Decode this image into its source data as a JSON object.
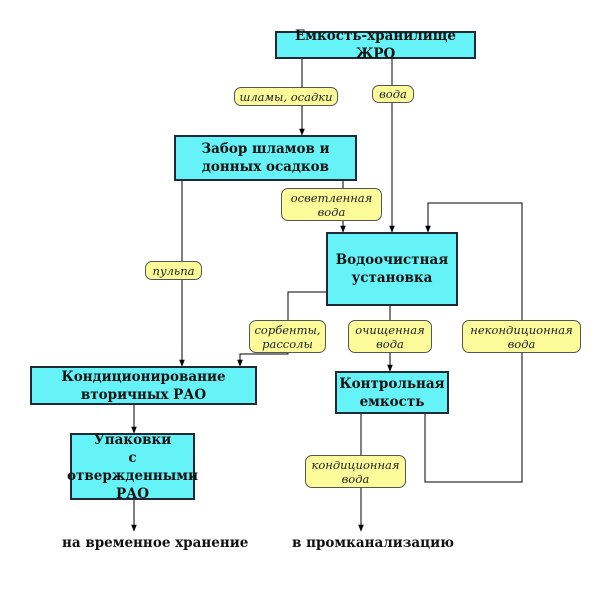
{
  "nodes": {
    "storage": "Емкость-хранилище ЖРО",
    "sludge_intake": "Забор шламов и\nдонных осадков",
    "water_treatment": "Водоочистная\nустановка",
    "conditioning": "Кондиционирование\nвторичных РАО",
    "control_tank": "Контрольная\nемкость",
    "packaging": "Упаковки\nс отвержденными\nРАО"
  },
  "edge_labels": {
    "sludge": "шламы, осадки",
    "water": "вода",
    "clarified_water": "осветленная\nвода",
    "pulp": "пульпа",
    "sorbents": "сорбенты,\nрассолы",
    "purified_water": "очищенная\nвода",
    "off_spec_water": "некондиционная\nвода",
    "conditioned_water": "кондиционная\nвода"
  },
  "outputs": {
    "temporary_storage": "на временное хранение",
    "industrial_sewer": "в промканализацию"
  },
  "colors": {
    "process_fill": "#66f3f7",
    "label_fill": "#fbfb9a",
    "line": "#000000"
  }
}
